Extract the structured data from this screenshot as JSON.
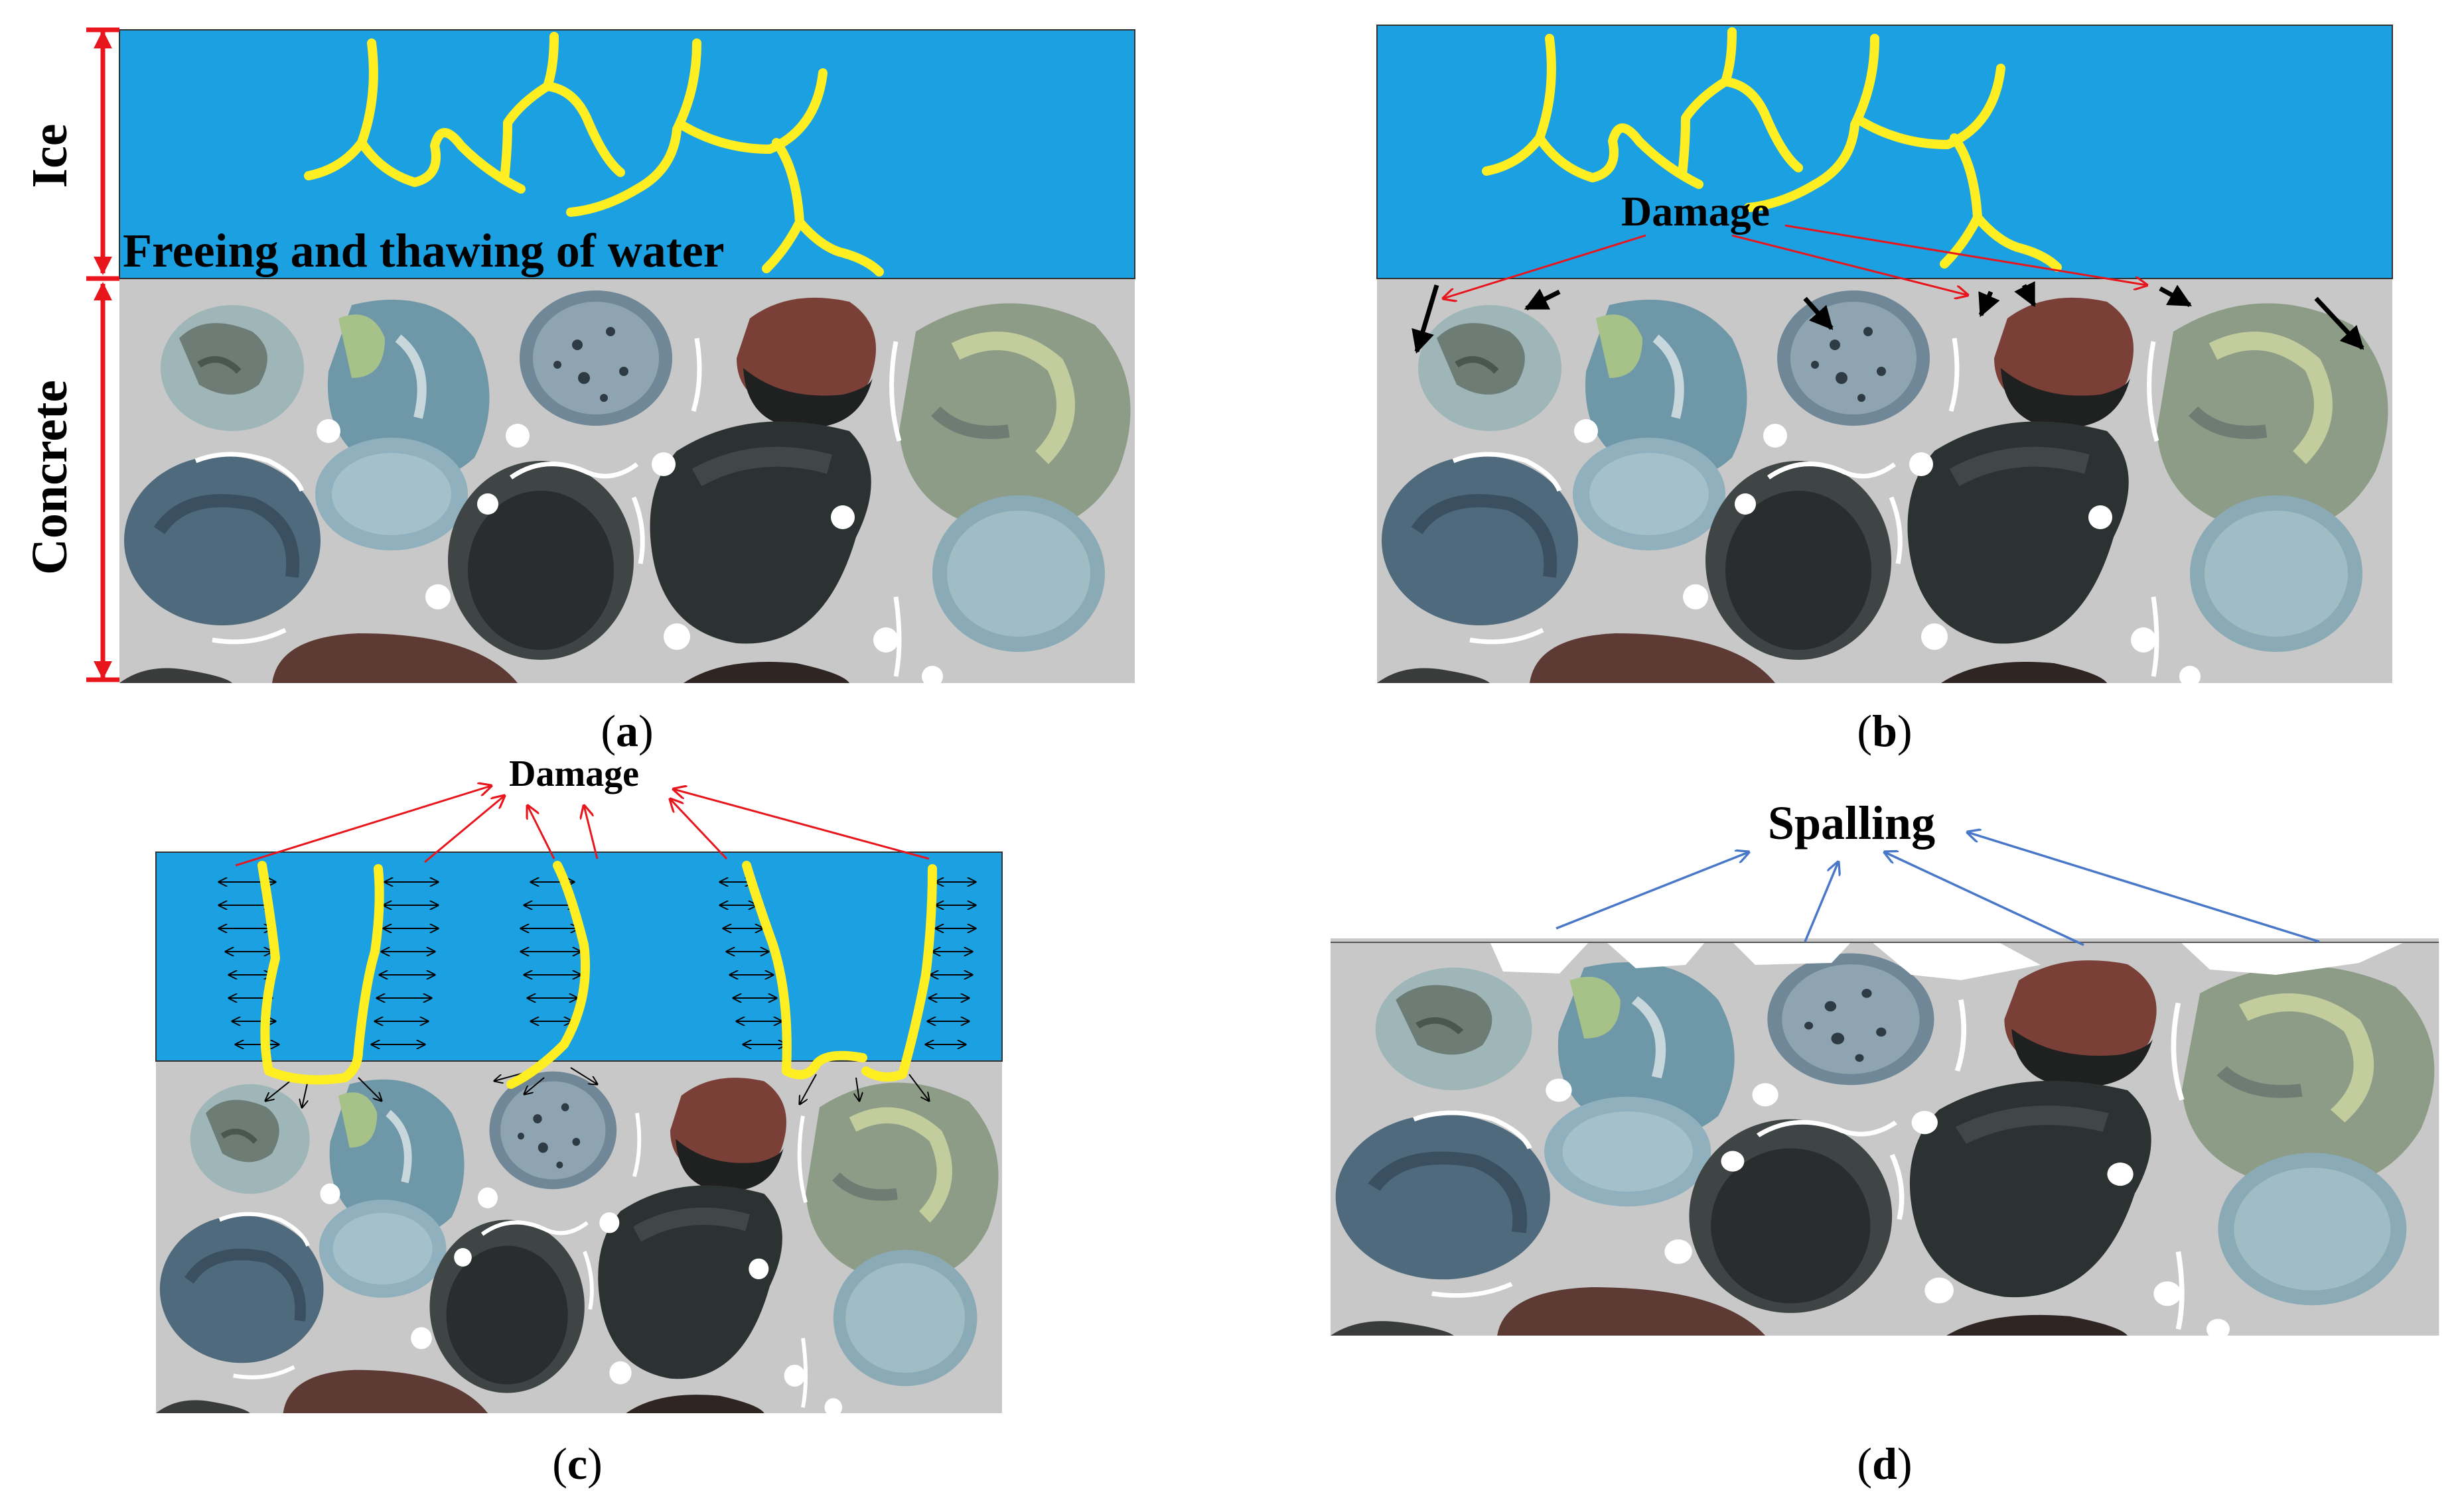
{
  "panel_a": {
    "ice_label": "Ice",
    "concrete_label": "Concrete",
    "process_text": "Freeing and thawing of water",
    "caption_open": "(",
    "caption_letter": "a",
    "caption_close": ")"
  },
  "panel_b": {
    "damage_label": "Damage",
    "caption_open": "(",
    "caption_letter": "b",
    "caption_close": ")"
  },
  "panel_c": {
    "damage_label": "Damage",
    "caption_open": "(",
    "caption_letter": "c",
    "caption_close": ")"
  },
  "panel_d": {
    "spalling_label": "Spalling",
    "caption_open": "(",
    "caption_letter": "d",
    "caption_close": ")"
  },
  "colors": {
    "ice": "#1ba1e2",
    "concrete": "#c8c8c8",
    "crack": "#ffee22",
    "damage_arrow": "#e8161c",
    "spalling_arrow": "#4a78c8",
    "dimension": "#e8161c"
  }
}
